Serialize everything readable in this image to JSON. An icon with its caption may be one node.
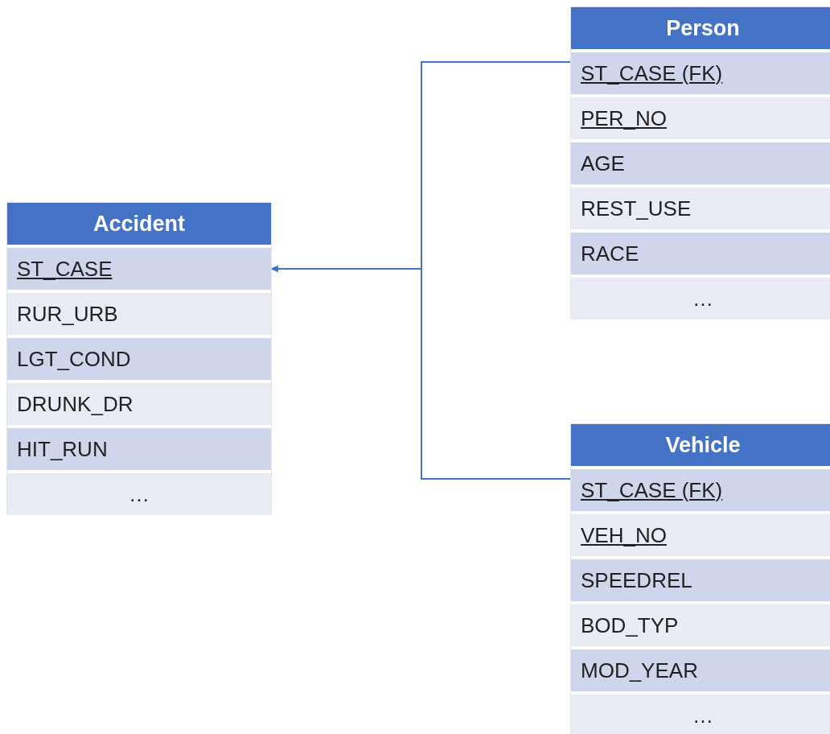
{
  "diagram": {
    "nodes": [
      {
        "text": [
          "Accident"
        ]
      },
      {
        "text": [
          "ST_CASE"
        ],
        "in": 0
      },
      {
        "text": [
          "RUR_URB"
        ],
        "in": 0
      },
      {
        "text": [
          "LGT_COND"
        ],
        "in": 0
      },
      {
        "text": [
          "DRUNK_DR"
        ],
        "in": 0
      },
      {
        "text": [
          "HIT_RUN"
        ],
        "in": 0
      },
      {
        "text": [
          "…"
        ],
        "in": 0
      },
      {
        "text": [
          "Person"
        ]
      },
      {
        "text": [
          "ST_CASE (FK)"
        ],
        "in": 7
      },
      {
        "text": [
          "PER_NO"
        ],
        "in": 7
      },
      {
        "text": [
          "AGE"
        ],
        "in": 7
      },
      {
        "text": [
          "REST_USE"
        ],
        "in": 7
      },
      {
        "text": [
          "RACE"
        ],
        "in": 7
      },
      {
        "text": [
          "…"
        ],
        "in": 7
      },
      {
        "text": [
          "Vehicle"
        ]
      },
      {
        "text": [
          "ST_CASE (FK)"
        ],
        "in": 14
      },
      {
        "text": [
          "VEH_NO"
        ],
        "in": 14
      },
      {
        "text": [
          "SPEEDREL"
        ],
        "in": 14
      },
      {
        "text": [
          "BOD_TYP"
        ],
        "in": 14
      },
      {
        "text": [
          "MOD_YEAR"
        ],
        "in": 14
      },
      {
        "text": [
          "…"
        ],
        "in": 14
      }
    ],
    "edges": [
      {
        "from": 8,
        "to": 1,
        "arrow": "to"
      },
      {
        "from": 15,
        "to": 1,
        "arrow": "to"
      }
    ]
  }
}
